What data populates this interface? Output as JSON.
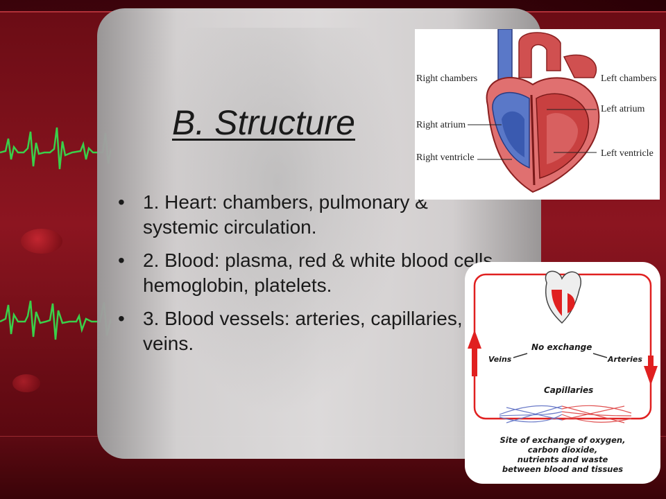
{
  "slide": {
    "title": "B. Structure",
    "bullets": [
      {
        "marker": "•",
        "text": "1. Heart: chambers, pulmonary & systemic circulation."
      },
      {
        "marker": "•",
        "text": "2. Blood: plasma, red & white blood cells, hemoglobin, platelets."
      },
      {
        "marker": "•",
        "text": "3. Blood vessels: arteries, capillaries, veins."
      }
    ]
  },
  "heart_diagram": {
    "labels": {
      "right_chambers": "Right chambers",
      "right_atrium": "Right atrium",
      "right_ventricle": "Right ventricle",
      "left_chambers": "Left chambers",
      "left_atrium": "Left atrium",
      "left_ventricle": "Left ventricle"
    }
  },
  "circulation_diagram": {
    "labels": {
      "no_exchange": "No exchange",
      "veins": "Veins",
      "arteries": "Arteries",
      "capillaries": "Capillaries",
      "caption_line1": "Site of exchange of oxygen,",
      "caption_line2": "carbon dioxide,",
      "caption_line3": "nutrients and waste",
      "caption_line4": "between blood and tissues"
    }
  },
  "colors": {
    "background_red": "#6b0c15",
    "panel_gray": "#d6d6d6",
    "ecg_green": "#3ad04a",
    "artery_red": "#e02020",
    "vein_blue": "#3a5ab0"
  }
}
